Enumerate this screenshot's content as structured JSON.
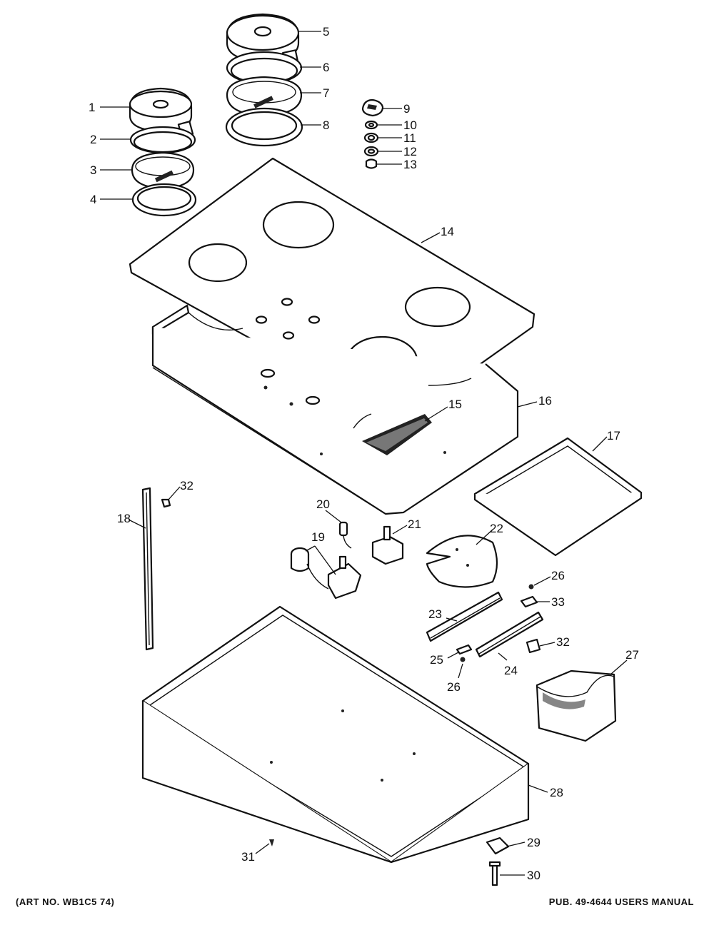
{
  "callouts": [
    {
      "id": "1",
      "label": "1"
    },
    {
      "id": "2",
      "label": "2"
    },
    {
      "id": "3",
      "label": "3"
    },
    {
      "id": "4",
      "label": "4"
    },
    {
      "id": "5",
      "label": "5"
    },
    {
      "id": "6",
      "label": "6"
    },
    {
      "id": "7",
      "label": "7"
    },
    {
      "id": "8",
      "label": "8"
    },
    {
      "id": "9",
      "label": "9"
    },
    {
      "id": "10",
      "label": "10"
    },
    {
      "id": "11",
      "label": "11"
    },
    {
      "id": "12",
      "label": "12"
    },
    {
      "id": "13",
      "label": "13"
    },
    {
      "id": "14",
      "label": "14"
    },
    {
      "id": "15",
      "label": "15"
    },
    {
      "id": "16",
      "label": "16"
    },
    {
      "id": "17",
      "label": "17"
    },
    {
      "id": "18",
      "label": "18"
    },
    {
      "id": "19",
      "label": "19"
    },
    {
      "id": "20",
      "label": "20"
    },
    {
      "id": "21",
      "label": "21"
    },
    {
      "id": "22",
      "label": "22"
    },
    {
      "id": "23",
      "label": "23"
    },
    {
      "id": "24",
      "label": "24"
    },
    {
      "id": "25",
      "label": "25"
    },
    {
      "id": "26a",
      "label": "26"
    },
    {
      "id": "26b",
      "label": "26"
    },
    {
      "id": "27",
      "label": "27"
    },
    {
      "id": "28",
      "label": "28"
    },
    {
      "id": "29",
      "label": "29"
    },
    {
      "id": "30",
      "label": "30"
    },
    {
      "id": "31",
      "label": "31"
    },
    {
      "id": "32a",
      "label": "32"
    },
    {
      "id": "32b",
      "label": "32"
    },
    {
      "id": "33",
      "label": "33"
    }
  ],
  "footer": {
    "art_number": "(ART NO. WB1C5 74)",
    "publication": "PUB. 49-4644 USERS MANUAL"
  }
}
